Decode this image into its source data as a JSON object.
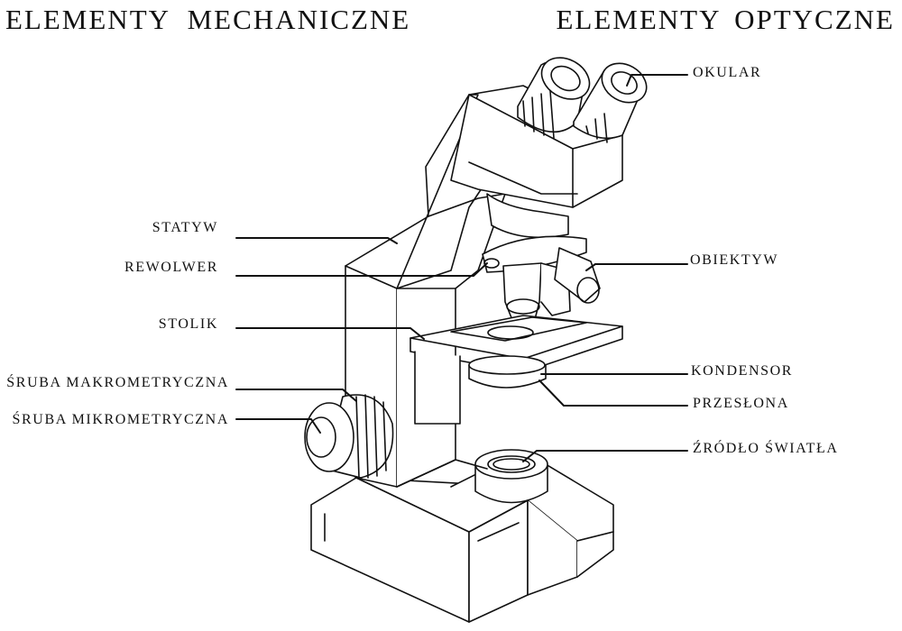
{
  "headings": {
    "mechanical": "ELEMENTY  MECHANICZNE",
    "optical": "ELEMENTY  OPTYCZNE"
  },
  "labels": {
    "okular": "OKULAR",
    "statyw": "STATYW",
    "rewolwer": "REWOLWER",
    "obiektyw": "OBIEKTYW",
    "stolik": "STOLIK",
    "kondensor": "KONDENSOR",
    "sruba_makro": "ŚRUBA MAKROMETRYCZNA",
    "przeslona": "PRZESŁONA",
    "sruba_mikro": "ŚRUBA MIKROMETRYCZNA",
    "zrodlo": "ŹRÓDŁO ŚWIATŁA"
  },
  "colors": {
    "ink": "#111111",
    "background": "#ffffff"
  }
}
